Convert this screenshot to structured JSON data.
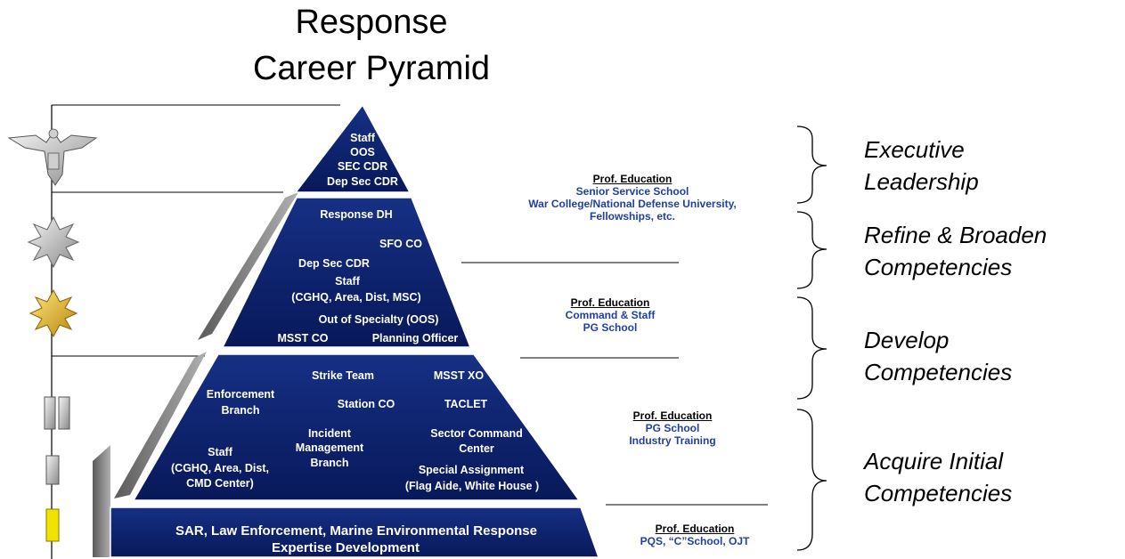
{
  "title": {
    "line1": "Response",
    "line2": "Career Pyramid"
  },
  "pyramid": {
    "tier1": {
      "lines": [
        "Staff",
        "OOS",
        "SEC CDR",
        "Dep Sec CDR"
      ]
    },
    "tier2": {
      "response_dh": "Response DH",
      "sfo_co": "SFO CO",
      "dep_sec_cdr": "Dep Sec CDR",
      "staff": "Staff",
      "staff_detail": "(CGHQ, Area, Dist, MSC)",
      "oos": "Out of Specialty (OOS)",
      "msst_co": "MSST CO",
      "planning_officer": "Planning Officer"
    },
    "tier3": {
      "strike_team": "Strike Team",
      "msst_xo": "MSST XO",
      "enforcement_1": "Enforcement",
      "enforcement_2": "Branch",
      "station_co": "Station CO",
      "taclet": "TACLET",
      "incident_1": "Incident",
      "incident_2": "Management",
      "incident_3": "Branch",
      "sector_1": "Sector Command",
      "sector_2": "Center",
      "staff_1": "Staff",
      "staff_2": "(CGHQ, Area, Dist,",
      "staff_3": "CMD Center)",
      "special_1": "Special Assignment",
      "special_2": "(Flag Aide, White House )"
    },
    "tier4": {
      "line1": "SAR, Law Enforcement, Marine Environmental Response",
      "line2": "Expertise Development"
    }
  },
  "education": [
    {
      "heading": "Prof. Education",
      "lines": [
        "Senior Service School",
        "War College/National Defense University,",
        "Fellowships, etc."
      ]
    },
    {
      "heading": "Prof. Education",
      "lines": [
        "Command & Staff",
        "PG School"
      ]
    },
    {
      "heading": "Prof. Education",
      "lines": [
        "PG School",
        "Industry Training"
      ]
    },
    {
      "heading": "Prof. Education",
      "lines": [
        "PQS, “C”School, OJT"
      ]
    }
  ],
  "phases": [
    {
      "line1": "Executive",
      "line2": "Leadership"
    },
    {
      "line1": "Refine & Broaden",
      "line2": "Competencies"
    },
    {
      "line1": "Develop",
      "line2": "Competencies"
    },
    {
      "line1": "Acquire Initial",
      "line2": "Competencies"
    }
  ],
  "insignia": [
    "eagle-insignia",
    "silver-oak-leaf-insignia",
    "gold-oak-leaf-insignia",
    "double-silver-bar-insignia",
    "single-silver-bar-insignia",
    "gold-bar-insignia"
  ],
  "colors": {
    "tier_fill": "#0a1f66",
    "tier_highlight": "#1e3a8c",
    "side_shadow": "#7a7a7a",
    "education_text": "#1f3fa8"
  }
}
